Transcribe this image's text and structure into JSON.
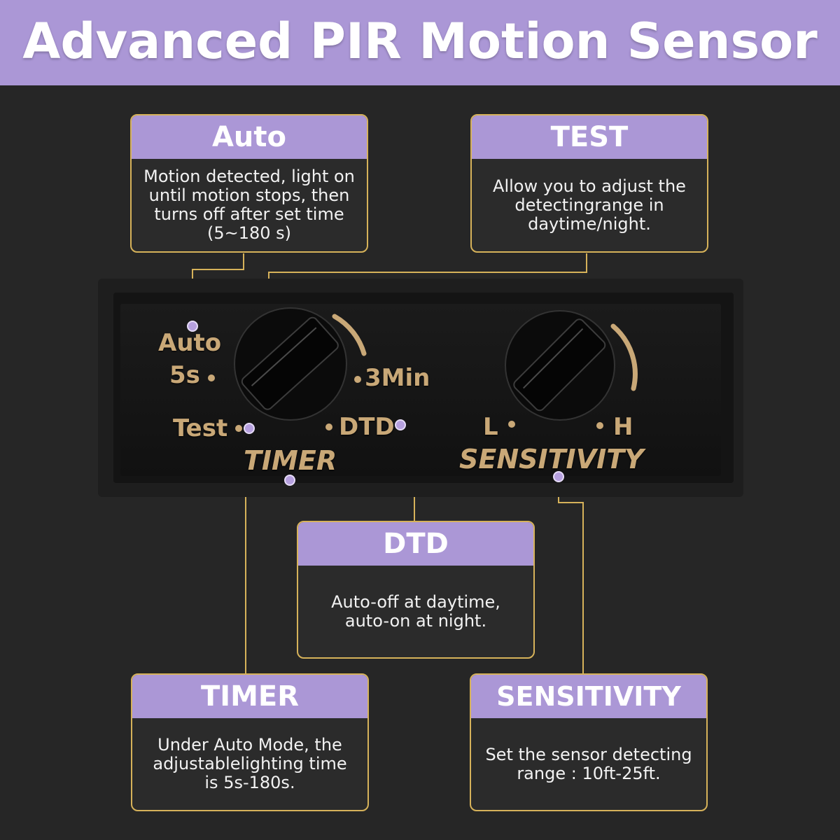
{
  "banner": {
    "title": "Advanced PIR Motion Sensor"
  },
  "cards": {
    "auto": {
      "title": "Auto",
      "lines": [
        "Motion detected, light on",
        "until motion stops, then",
        "turns off after set time",
        "(5~180 s)"
      ]
    },
    "test": {
      "title": "TEST",
      "lines": [
        "Allow you to adjust the",
        "detectingrange in",
        "daytime/night."
      ]
    },
    "dtd": {
      "title": "DTD",
      "lines": [
        "Auto-off at daytime,",
        "auto-on at night."
      ]
    },
    "timer": {
      "title": "TIMER",
      "lines": [
        "Under Auto Mode, the",
        "adjustablelighting time",
        "is 5s-180s."
      ]
    },
    "sensitivity": {
      "title": "SENSITIVITY",
      "lines": [
        "Set the sensor detecting",
        "range : 10ft-25ft."
      ]
    }
  },
  "panel": {
    "auto": "Auto",
    "five_s": "5s",
    "three_min": "3Min",
    "test": "Test",
    "dtd": "DTD",
    "timer": "TIMER",
    "low": "L",
    "high": "H",
    "sensitivity": "SENSITIVITY"
  },
  "colors": {
    "accent": "#ab97d6",
    "border": "#d6b25a",
    "panel_text": "#c9a877",
    "background": "#262626"
  },
  "icons": {
    "knob": "rotary-knob-icon"
  }
}
